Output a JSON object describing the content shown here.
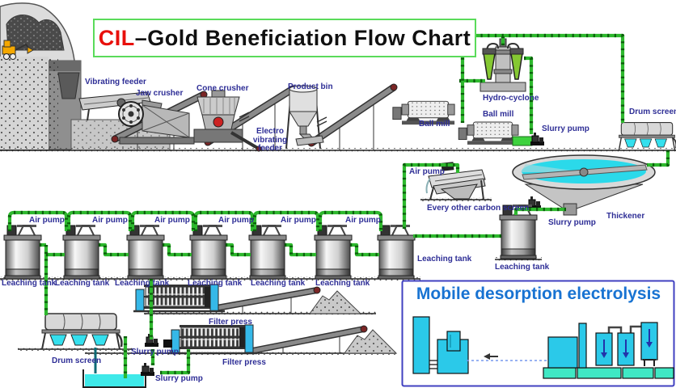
{
  "title": {
    "highlight": "CIL",
    "rest": "–Gold Beneficiation Flow Chart"
  },
  "top_row": {
    "vibrating_feeder": "Vibrating feeder",
    "jaw_crusher": "Jaw crusher",
    "cone_crusher": "Cone crusher",
    "product_bin": "Product bin",
    "electro_vibrating_feeder": "Electro vibrating feeder",
    "ball_mill_1": "Ball mill",
    "ball_mill_2": "Ball mill",
    "hydro_cyclone": "Hydro-cyclone",
    "slurry_pump": "Slurry pump",
    "drum_screen": "Drum screen"
  },
  "middle": {
    "air_pump": "Air pump",
    "carbon_screen": "Every other carbon screen",
    "thickener": "Thickener",
    "slurry_pump": "Slurry pump",
    "leaching_tank_7": "Leaching tank",
    "leaching_tank_8": "Leaching tank"
  },
  "tank_row": {
    "air_pumps": [
      "Air pump",
      "Air pump",
      "Air pump",
      "Air pump",
      "Air pump",
      "Air pump"
    ],
    "tanks": [
      "Leaching tank",
      "Leaching tank",
      "Leaching tank",
      "Leaching tank",
      "Leaching tank",
      "Leaching tank"
    ]
  },
  "bottom": {
    "drum_screen": "Drum screen",
    "slurry_pump_1": "Slurry pump",
    "slurry_pump_2": "Slurry pump",
    "filter_press_1": "Filter press",
    "filter_press_2": "Filter press"
  },
  "inset": {
    "title": "Mobile desorption electrolysis"
  },
  "colors": {
    "pipe_green": "#2EB82E",
    "label_blue": "#2E2E96",
    "title_red": "#E8100C",
    "title_border_green": "#5ADB5A",
    "inset_border": "#4040C0",
    "inset_title_blue": "#1873D2",
    "water_cyan": "#2BD9EA",
    "equipment_cyan": "#2BC9E9",
    "platform_teal": "#3FE8C4"
  }
}
